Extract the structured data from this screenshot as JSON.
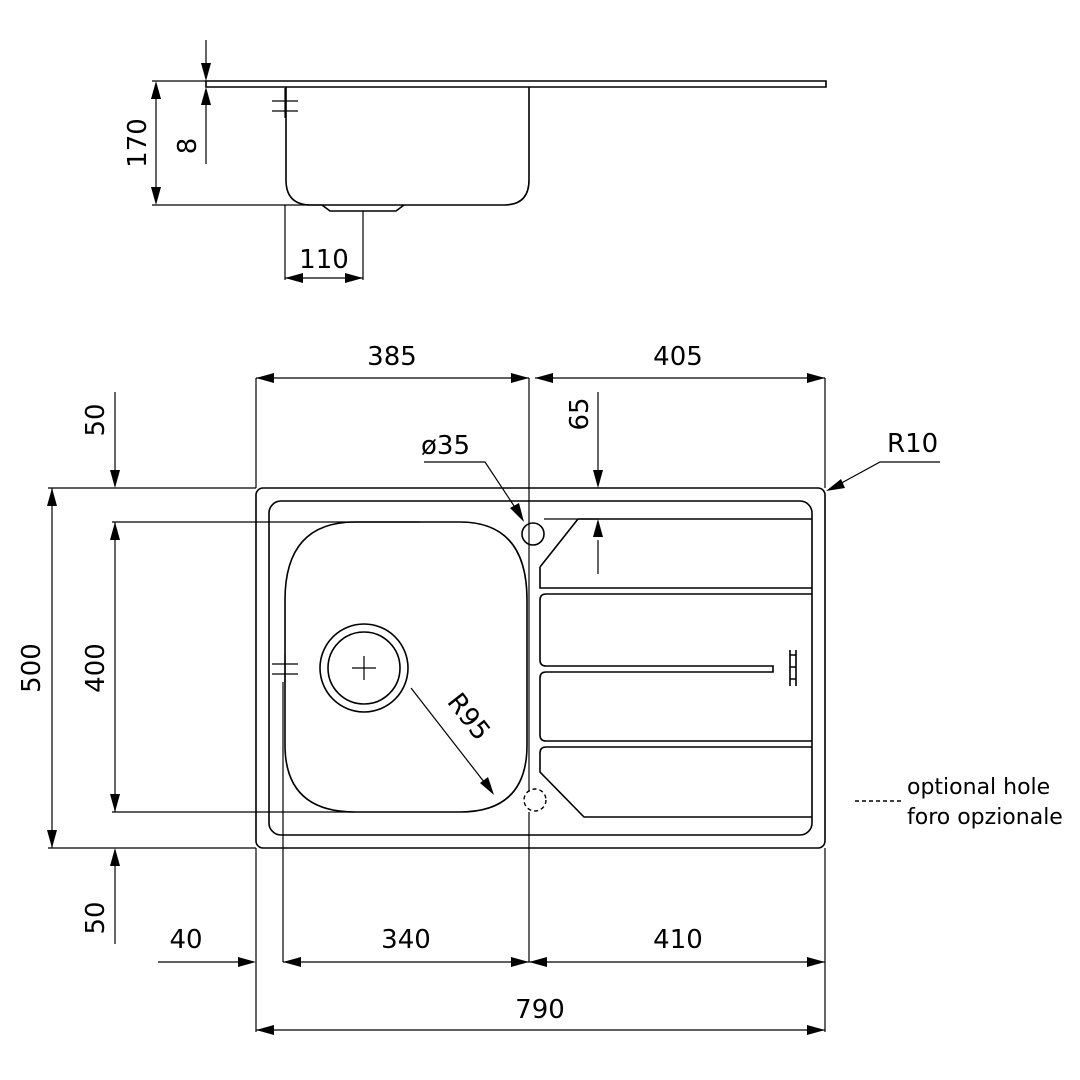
{
  "side_view": {
    "dims": {
      "depth": "170",
      "flange": "8",
      "drain_offset": "110"
    }
  },
  "top_view": {
    "dims": {
      "bowl_width": "385",
      "drainer_width": "405",
      "hole_diameter": "ø35",
      "hole_offset": "65",
      "corner_radius": "R10",
      "overall_depth": "500",
      "bowl_depth": "400",
      "margin_top": "50",
      "margin_bottom": "50",
      "bowl_radius": "R95",
      "edge_margin": "40",
      "bowl_inner": "340",
      "drainer_inner": "410",
      "overall_width": "790"
    }
  },
  "legend": {
    "line_en": "optional hole",
    "line_it": "foro opzionale"
  }
}
